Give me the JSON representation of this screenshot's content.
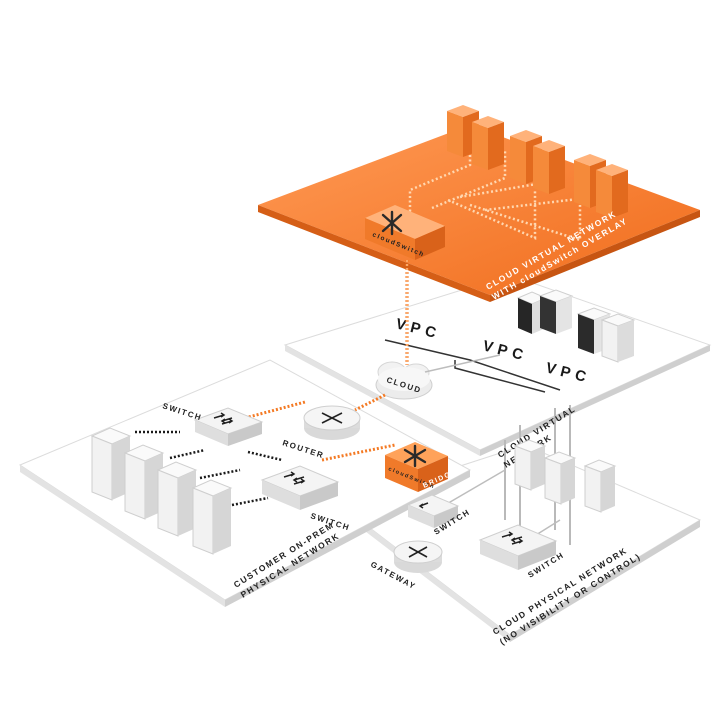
{
  "overlay": {
    "label_line1": "CLOUD VIRTUAL NETWORK",
    "label_line2": "WITH cloudSwitch OVERLAY",
    "brand": "cloudSwitch"
  },
  "cloud_virtual": {
    "label_line1": "CLOUD VIRTUAL",
    "label_line2": "NETWORK",
    "vpcs": [
      "VPC",
      "VPC",
      "VPC"
    ]
  },
  "cloud_node": {
    "label": "CLOUD"
  },
  "onprem": {
    "label_line1": "CUSTOMER ON-PREM",
    "label_line2": "PHYSICAL NETWORK",
    "switch_top": "SWITCH",
    "switch_bottom": "SWITCH",
    "router": "ROUTER"
  },
  "bridge": {
    "label": "BRIDGE",
    "brand": "cloudSwitch"
  },
  "cloud_physical": {
    "label_line1": "CLOUD PHYSICAL NETWORK",
    "label_line2": "(NO VISIBILITY OR CONTROL)",
    "switch_left": "SWITCH",
    "switch_right": "SWITCH",
    "gateway": "GATEWAY"
  },
  "colors": {
    "orange": "#f47a24",
    "orange_dark": "#d9621a",
    "orange_light": "#ffa064",
    "platform": "#ffffff",
    "platform_edge": "#d7d7d7",
    "server_gray": "#e6e6e6"
  }
}
